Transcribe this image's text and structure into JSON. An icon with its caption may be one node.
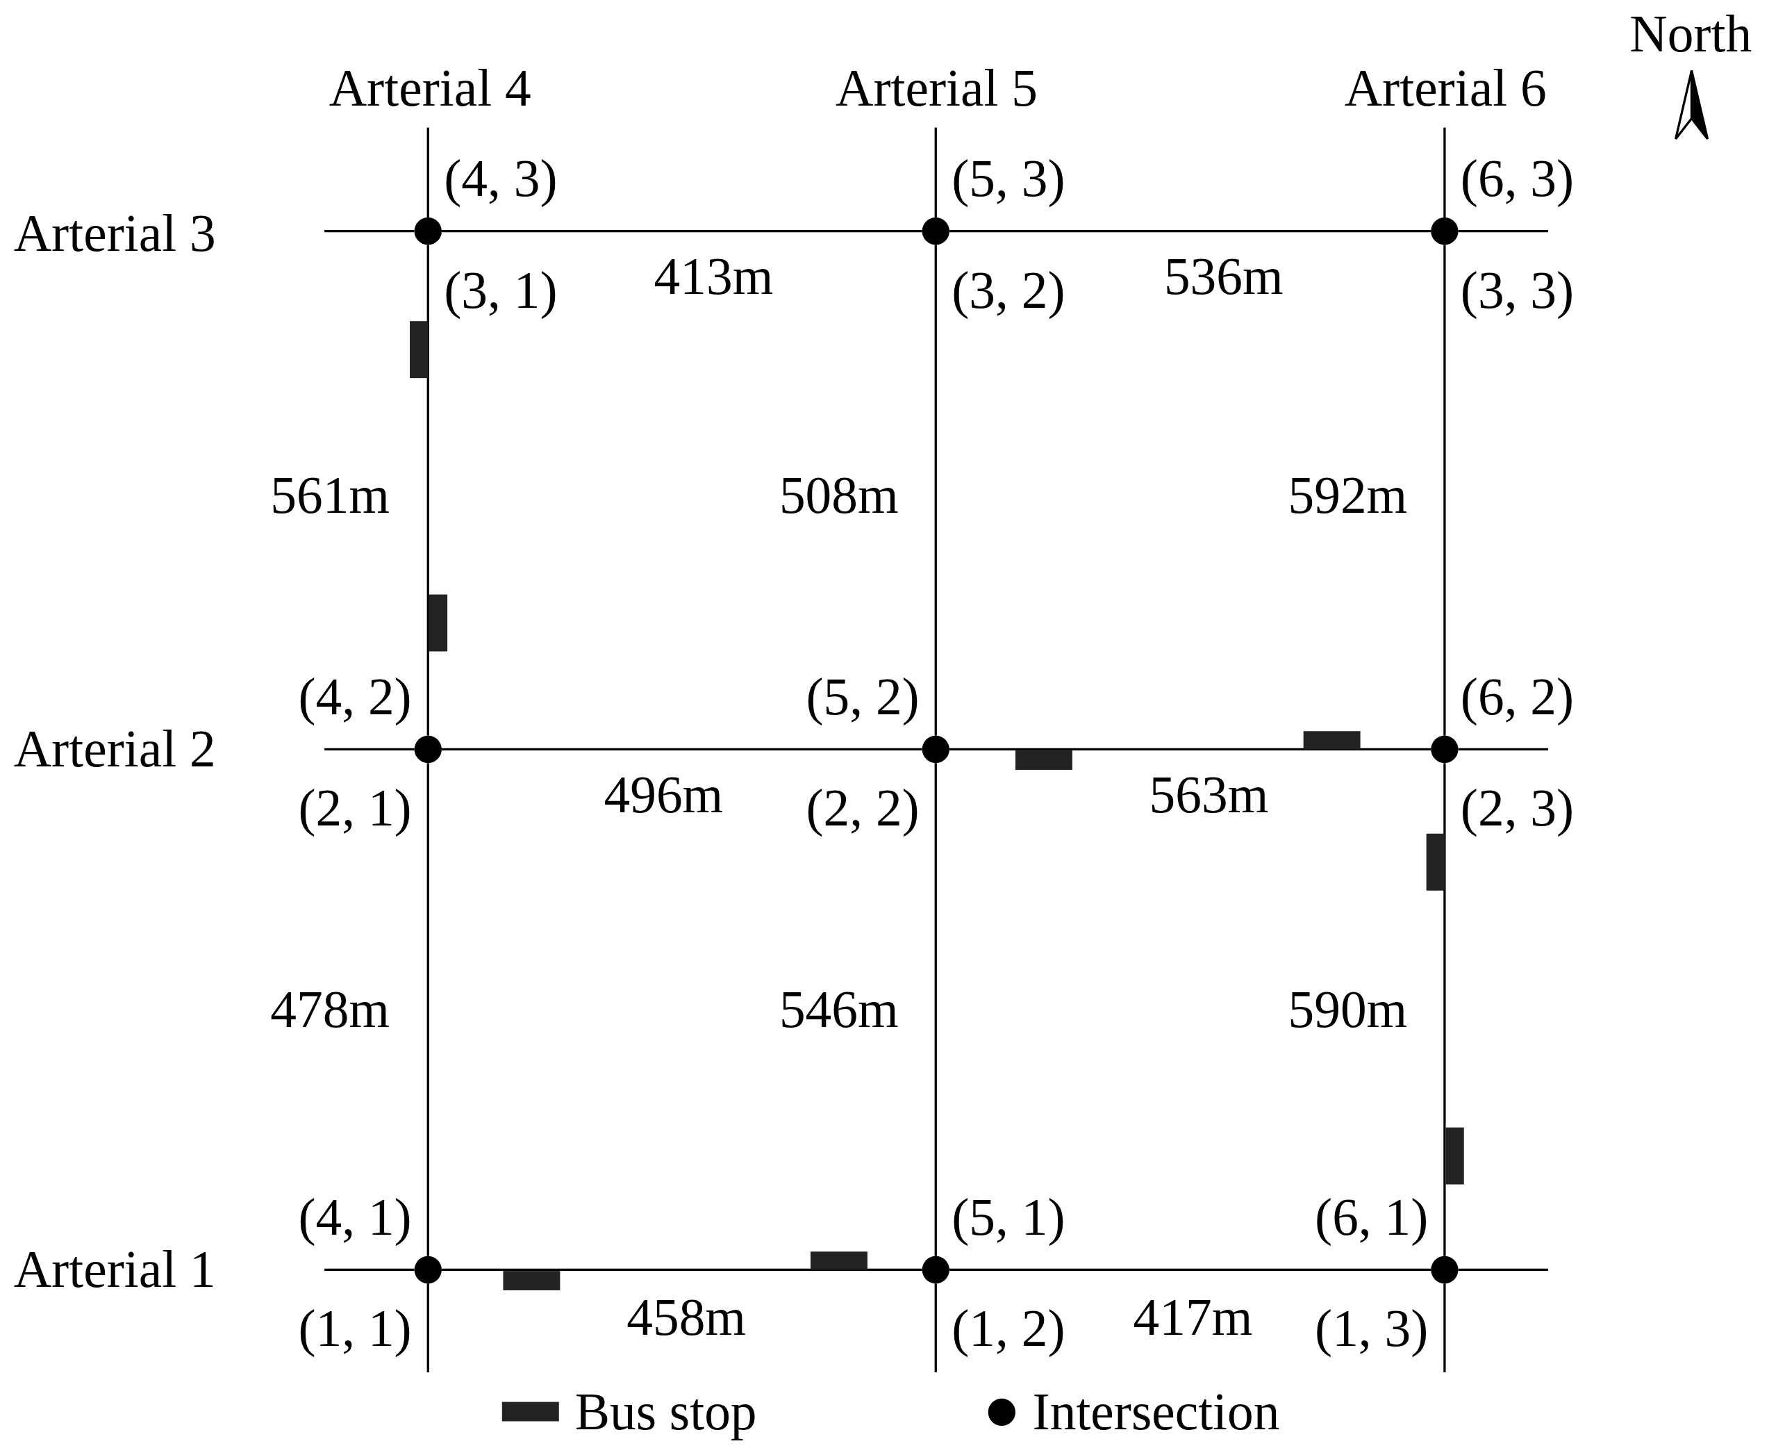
{
  "diagram": {
    "nodes": [
      {
        "text": [],
        "shape": "circle",
        "beside": [
          "(4, 3)",
          "(3, 1)"
        ]
      },
      {
        "text": [],
        "shape": "circle",
        "beside": [
          "(5, 3)",
          "(3, 2)"
        ]
      },
      {
        "text": [],
        "shape": "circle",
        "beside": [
          "(6, 3)",
          "(3, 3)"
        ]
      },
      {
        "text": [],
        "shape": "circle",
        "beside": [
          "(4, 2)",
          "(2, 1)"
        ]
      },
      {
        "text": [],
        "shape": "circle",
        "beside": [
          "(5, 2)",
          "(2, 2)"
        ]
      },
      {
        "text": [],
        "shape": "circle",
        "beside": [
          "(6, 2)",
          "(2, 3)"
        ]
      },
      {
        "text": [],
        "shape": "circle",
        "beside": [
          "(4, 1)",
          "(1, 1)"
        ]
      },
      {
        "text": [],
        "shape": "circle",
        "beside": [
          "(5, 1)",
          "(1, 2)"
        ]
      },
      {
        "text": [],
        "shape": "circle",
        "beside": [
          "(6, 1)",
          "(1, 3)"
        ]
      },
      {
        "text": [],
        "shape": "bar"
      },
      {
        "text": [],
        "shape": "bar"
      },
      {
        "text": [],
        "shape": "bar"
      },
      {
        "text": [],
        "shape": "bar"
      },
      {
        "text": [],
        "shape": "bar"
      },
      {
        "text": [],
        "shape": "bar"
      },
      {
        "text": [],
        "shape": "bar"
      },
      {
        "text": [],
        "shape": "bar"
      }
    ],
    "edges": [
      {
        "from": 0,
        "to": 1,
        "arrow": "none",
        "label": "413m"
      },
      {
        "from": 1,
        "to": 2,
        "arrow": "none",
        "label": "536m"
      },
      {
        "from": 3,
        "to": 4,
        "arrow": "none",
        "label": "496m"
      },
      {
        "from": 4,
        "to": 5,
        "arrow": "none",
        "label": "563m"
      },
      {
        "from": 6,
        "to": 7,
        "arrow": "none",
        "label": "458m"
      },
      {
        "from": 7,
        "to": 8,
        "arrow": "none",
        "label": "417m"
      },
      {
        "from": 0,
        "to": 3,
        "arrow": "none",
        "label": "561m"
      },
      {
        "from": 1,
        "to": 4,
        "arrow": "none",
        "label": "508m"
      },
      {
        "from": 2,
        "to": 5,
        "arrow": "none",
        "label": "592m"
      },
      {
        "from": 3,
        "to": 6,
        "arrow": "none",
        "label": "478m"
      },
      {
        "from": 4,
        "to": 7,
        "arrow": "none",
        "label": "546m"
      },
      {
        "from": 5,
        "to": 8,
        "arrow": "none",
        "label": "590m"
      },
      {
        "from": null,
        "to": 0,
        "arrow": "none"
      },
      {
        "from": null,
        "to": 3,
        "arrow": "none"
      },
      {
        "from": null,
        "to": 6,
        "arrow": "none"
      },
      {
        "from": null,
        "to": 2,
        "arrow": "none"
      },
      {
        "from": null,
        "to": 5,
        "arrow": "none"
      },
      {
        "from": null,
        "to": 8,
        "arrow": "none"
      },
      {
        "from": null,
        "to": 0,
        "arrow": "none"
      },
      {
        "from": null,
        "to": 1,
        "arrow": "none"
      },
      {
        "from": null,
        "to": 2,
        "arrow": "none"
      },
      {
        "from": null,
        "to": 6,
        "arrow": "none"
      },
      {
        "from": null,
        "to": 7,
        "arrow": "none"
      },
      {
        "from": null,
        "to": 8,
        "arrow": "none"
      }
    ],
    "labels": [
      "North",
      "Arterial 4",
      "Arterial 5",
      "Arterial 6",
      "Arterial 3",
      "Arterial 2",
      "Arterial 1"
    ],
    "legend": [
      {
        "text": "Bus stop"
      },
      {
        "text": "Intersection"
      }
    ]
  }
}
